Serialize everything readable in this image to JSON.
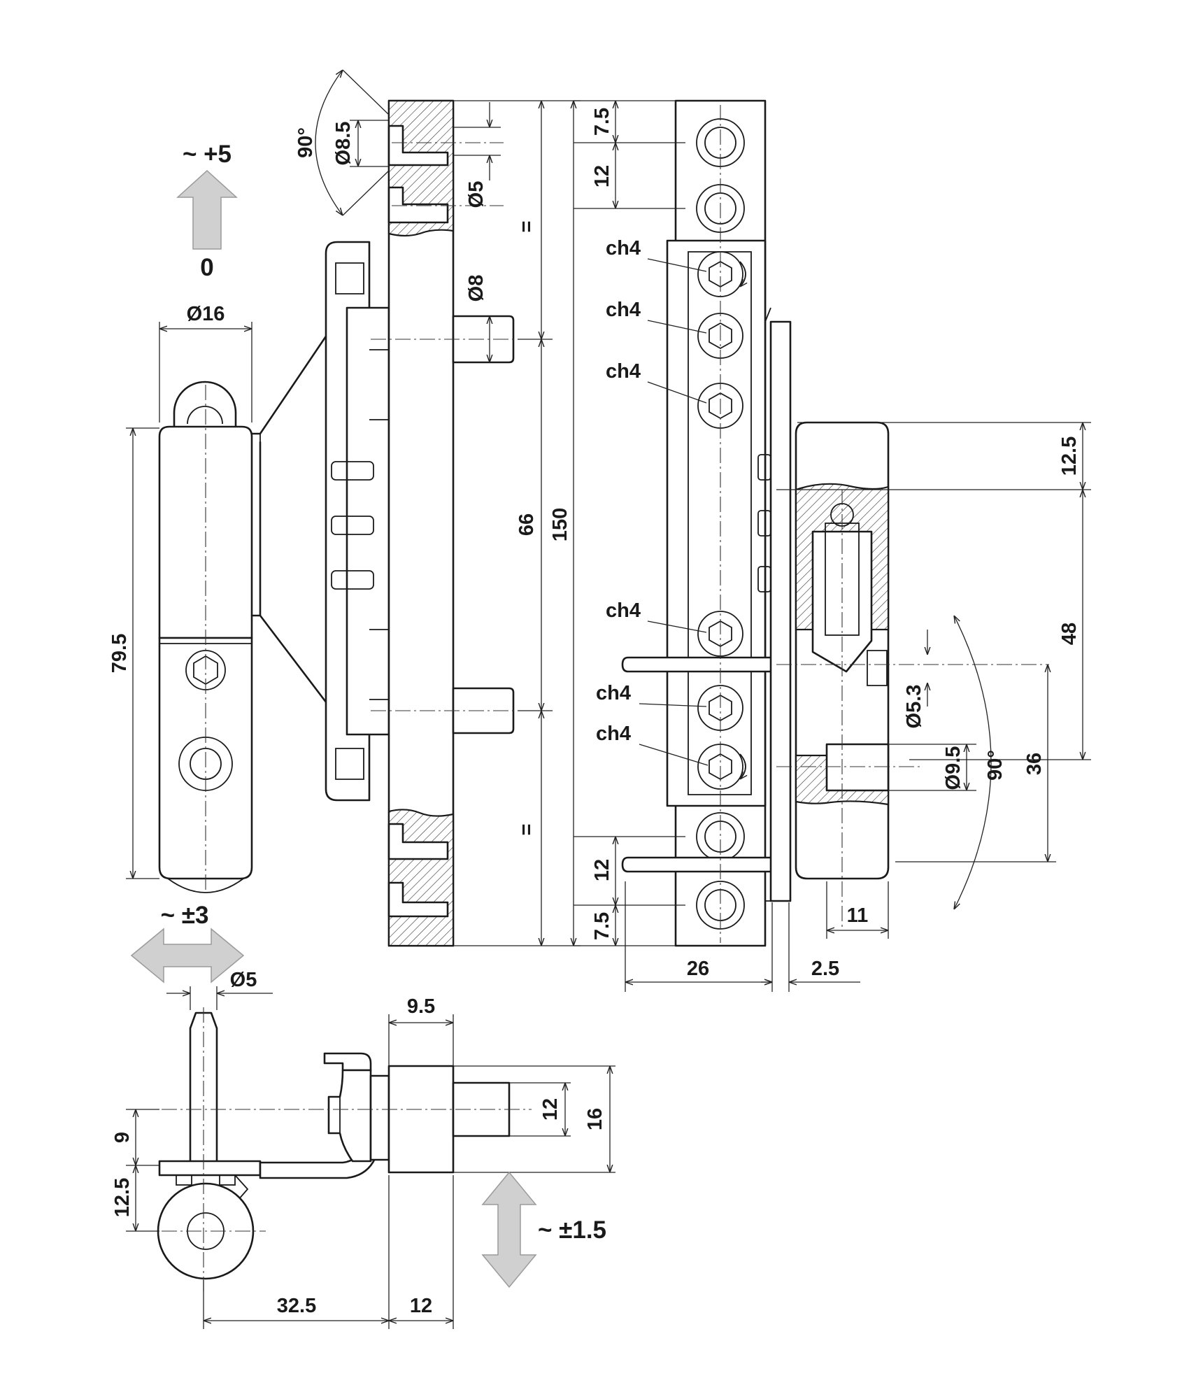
{
  "adjustments": {
    "height_plus": "~ +5",
    "height_zero": "0",
    "lateral": "~ ±3",
    "compression": "~ ±1.5"
  },
  "front_view": {
    "dia_barrel": "Ø16",
    "barrel_length": "79.5"
  },
  "side_view": {
    "countersink_angle": "90°",
    "dia_countersink": "Ø8.5",
    "dia_hole": "Ø5",
    "dia_pin": "Ø8",
    "equal_top": "=",
    "equal_bottom": "=",
    "pin_spacing": "66",
    "total_length": "150"
  },
  "section_view": {
    "top_edge": "7.5",
    "top_pitch": "12",
    "key_labels": [
      "ch4",
      "ch4",
      "ch4",
      "ch4",
      "ch4",
      "ch4"
    ],
    "dim_12_5": "12.5",
    "dim_48": "48",
    "dia_5_3": "Ø5.3",
    "dia_9_5": "Ø9.5",
    "angle": "90°",
    "dim_36": "36",
    "dim_11": "11",
    "bottom_pitch": "12",
    "bottom_edge": "7.5",
    "width_26": "26",
    "gap_2_5": "2.5"
  },
  "top_view": {
    "dia_pin": "Ø5",
    "dim_9_5": "9.5",
    "dim_12": "12",
    "dim_16": "16",
    "dim_9": "9",
    "dim_12_5": "12.5",
    "dim_32_5": "32.5",
    "dim_12b": "12"
  }
}
